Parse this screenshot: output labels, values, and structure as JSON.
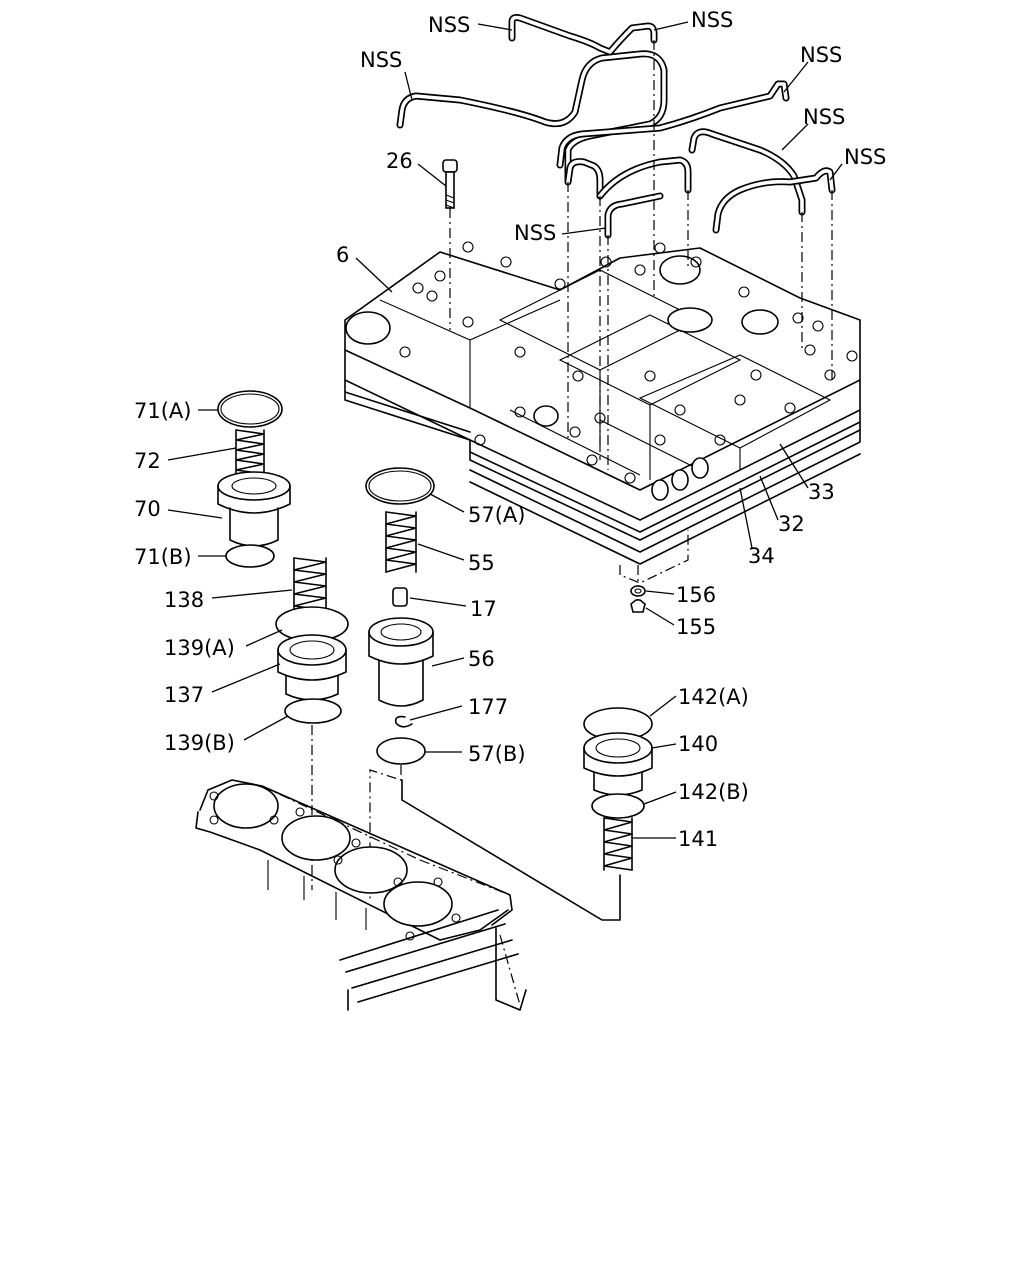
{
  "labels": {
    "nss_1": "NSS",
    "nss_2": "NSS",
    "nss_3": "NSS",
    "nss_4": "NSS",
    "nss_5": "NSS",
    "nss_6": "NSS",
    "nss_7": "NSS",
    "p26": "26",
    "p6": "6",
    "p33": "33",
    "p32": "32",
    "p34": "34",
    "p156": "156",
    "p155": "155",
    "p71a": "71(A)",
    "p72": "72",
    "p70": "70",
    "p71b": "71(B)",
    "p57a": "57(A)",
    "p55": "55",
    "p17": "17",
    "p56": "56",
    "p177": "177",
    "p57b": "57(B)",
    "p138": "138",
    "p139a": "139(A)",
    "p137": "137",
    "p139b": "139(B)",
    "p142a": "142(A)",
    "p140": "140",
    "p142b": "142(B)",
    "p141": "141"
  },
  "colors": {
    "line": "#000000",
    "background": "#ffffff"
  }
}
